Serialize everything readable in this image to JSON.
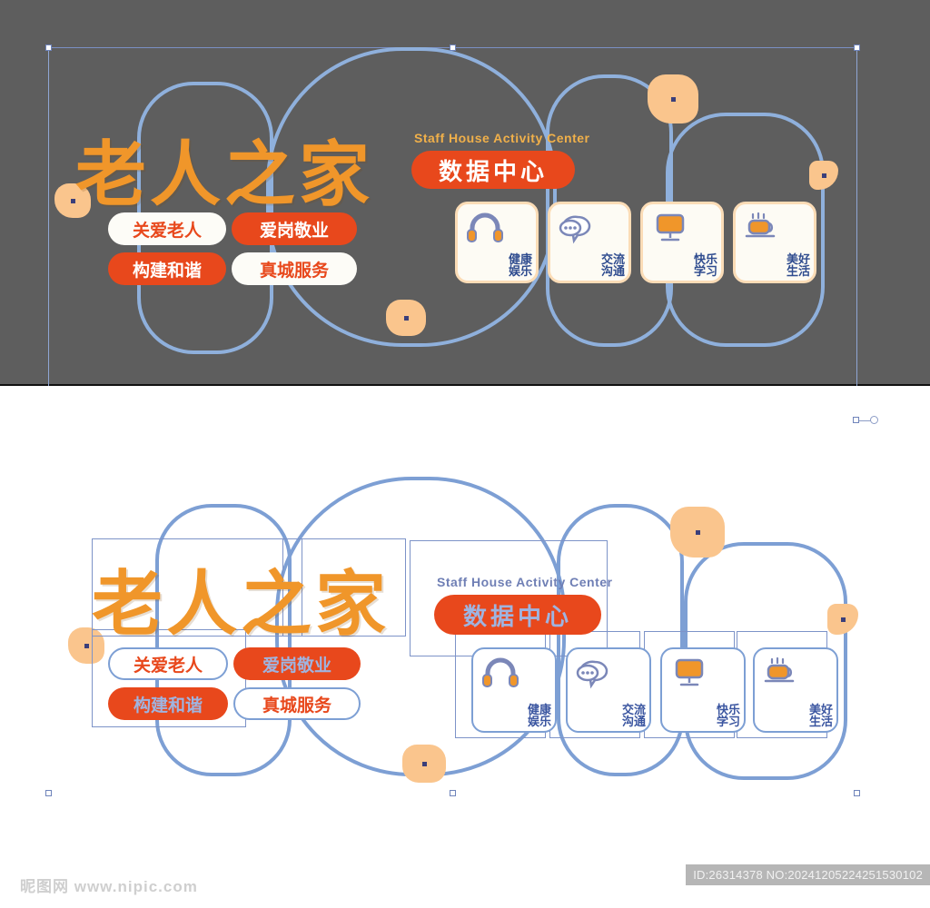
{
  "app": {
    "canvas_background": "#5e5e5e",
    "paper_background": "#ffffff",
    "accent_orange": "#f0962a",
    "accent_red": "#e8481c",
    "outline_blue": "#8fb0dc",
    "blob_color": "#fac58d"
  },
  "artwork": {
    "main_title": "老人之家",
    "english_subtitle": "Staff House Activity Center",
    "data_center_label": "数据中心",
    "slogans": [
      {
        "text": "关爱老人",
        "style": "white"
      },
      {
        "text": "爱岗敬业",
        "style": "orange"
      },
      {
        "text": "构建和谐",
        "style": "orange"
      },
      {
        "text": "真城服务",
        "style": "white"
      }
    ],
    "cards": [
      {
        "icon": "headphones-icon",
        "line1": "健康",
        "line2": "娱乐"
      },
      {
        "icon": "chat-bubbles-icon",
        "line1": "交流",
        "line2": "沟通"
      },
      {
        "icon": "monitor-icon",
        "line1": "快乐",
        "line2": "学习"
      },
      {
        "icon": "coffee-cup-icon",
        "line1": "美好",
        "line2": "生活"
      }
    ]
  },
  "footer": {
    "watermark": "昵图网 www.nipic.com",
    "id_badge": "ID:26314378 NO:20241205224251530102"
  }
}
